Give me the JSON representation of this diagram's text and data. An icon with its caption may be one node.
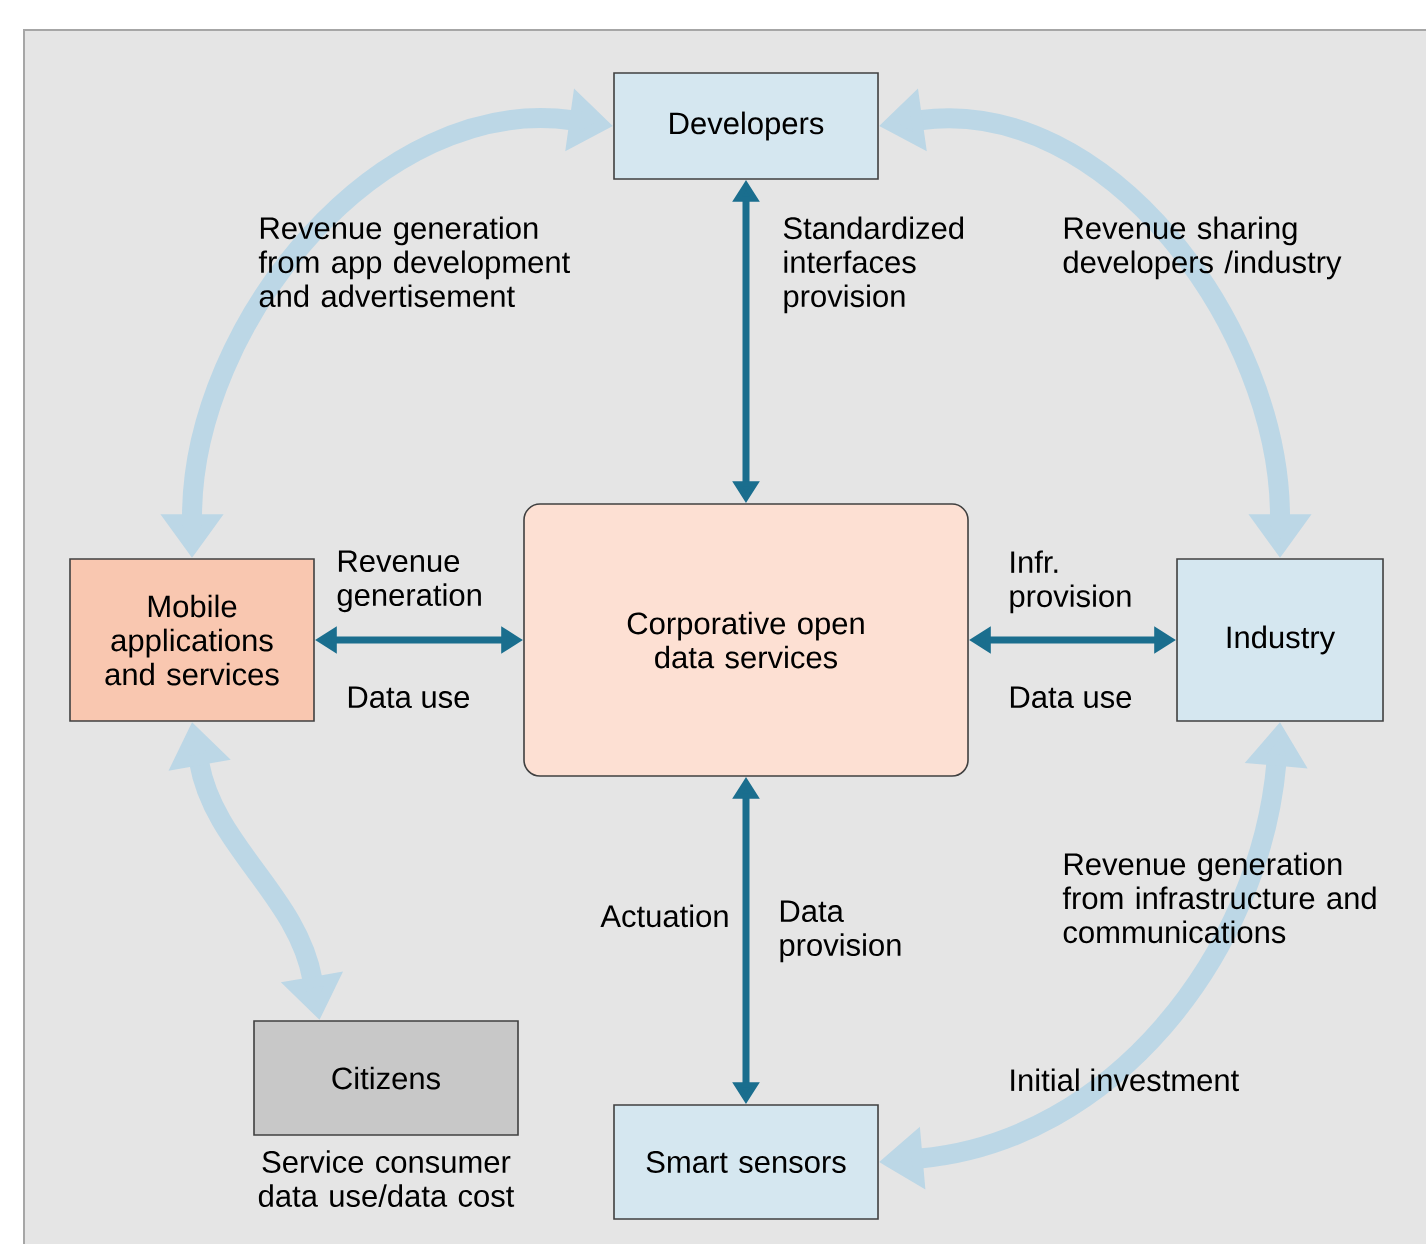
{
  "diagram": {
    "nodes": [
      {
        "text": [
          "Developers"
        ]
      },
      {
        "text": [
          "Mobile applications and services"
        ]
      },
      {
        "text": [
          "Corporative open data services"
        ]
      },
      {
        "text": [
          "Industry"
        ]
      },
      {
        "text": [
          "Citizens"
        ],
        "beside": [
          "Service consumer data use/data cost"
        ]
      },
      {
        "text": [
          "Smart sensors"
        ]
      }
    ],
    "edges": [
      {
        "from": 0,
        "to": 1,
        "arrow": "both",
        "label": "Revenue generation from app development and advertisement",
        "style": "thick",
        "color": "#bcd7e6"
      },
      {
        "from": 0,
        "to": 3,
        "arrow": "both",
        "label": "Revenue sharing developers /industry",
        "style": "thick",
        "color": "#bcd7e6"
      },
      {
        "from": 0,
        "to": 2,
        "arrow": "both",
        "label": "Standardized interfaces provision",
        "color": "#1a6e8e"
      },
      {
        "from": 1,
        "to": 2,
        "arrow": "both",
        "label": "Revenue generation",
        "color": "#1a6e8e"
      },
      {
        "from": 2,
        "to": 3,
        "arrow": "both",
        "label": "Infr. provision",
        "color": "#1a6e8e"
      },
      {
        "from": 1,
        "to": 4,
        "arrow": "both",
        "style": "thick",
        "color": "#bcd7e6"
      },
      {
        "from": 2,
        "to": 5,
        "arrow": "both",
        "label": "Data provision",
        "color": "#1a6e8e"
      },
      {
        "from": 3,
        "to": 5,
        "arrow": "both",
        "label": "Revenue generation from infrastructure and communications",
        "style": "thick",
        "color": "#bcd7e6"
      }
    ],
    "labels": [
      "Data use",
      "Data use",
      "Actuation",
      "Initial investment"
    ]
  }
}
